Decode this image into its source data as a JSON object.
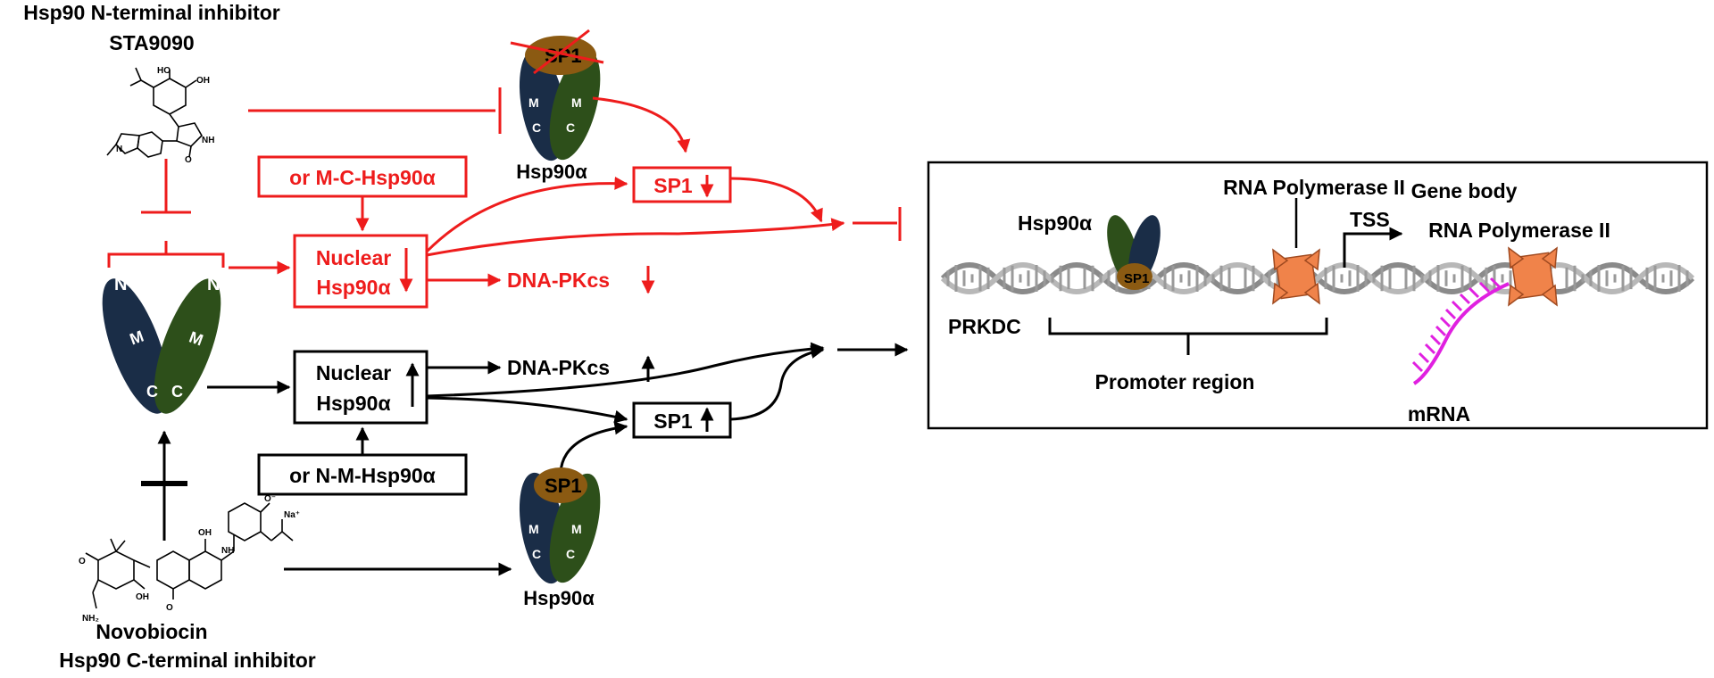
{
  "colors": {
    "inhibit_red": "#ee1c1c",
    "black": "#000000",
    "n_domain_navy": "#1a2d47",
    "m_c_domain_green": "#2d4f1a",
    "sp1_brown": "#8b5a12",
    "polymerase_orange": "#f0834a",
    "mrna_magenta": "#e020e0",
    "dna_grey": "#9a9a9a"
  },
  "sta9090": {
    "title_line1": "Hsp90 N-terminal inhibitor",
    "title_line2": "STA9090",
    "atom_ho": "HO",
    "atom_oh": "OH",
    "atom_n": "N",
    "atom_nh": "NH",
    "atom_o": "O"
  },
  "novobiocin": {
    "title_line1": "Novobiocin",
    "title_line2": "Hsp90 C-terminal inhibitor",
    "atom_na": "Na⁺",
    "atom_o_minus": "O⁻",
    "atom_oh": "OH",
    "atom_nh": "NH",
    "atom_o": "O",
    "atom_nh2": "NH₂"
  },
  "domain_letters": {
    "n": "N",
    "m": "M",
    "c": "C"
  },
  "red_path": {
    "top_hsp90_label": "Hsp90α",
    "sp1_label": "SP1",
    "or_mutant": "or M-C-Hsp90α",
    "nuclear_line1": "Nuclear",
    "nuclear_line2": "Hsp90α",
    "sp1_box": "SP1",
    "dnapkcs": "DNA-PKcs",
    "arrow_down": "↓"
  },
  "black_path": {
    "bottom_hsp90_label": "Hsp90α",
    "sp1_label": "SP1",
    "or_mutant": "or N-M-Hsp90α",
    "nuclear_line1": "Nuclear",
    "nuclear_line2": "Hsp90α",
    "sp1_box": "SP1",
    "dnapkcs": "DNA-PKcs",
    "arrow_up": "↑"
  },
  "gene_panel": {
    "rna_pol_promoter": "RNA Polymerase II",
    "gene_body": "Gene body",
    "rna_pol_body": "RNA Polymerase II",
    "tss": "TSS",
    "hsp90_label": "Hsp90α",
    "sp1_label": "SP1",
    "prkdc": "PRKDC",
    "promoter_region": "Promoter region",
    "mrna": "mRNA"
  }
}
